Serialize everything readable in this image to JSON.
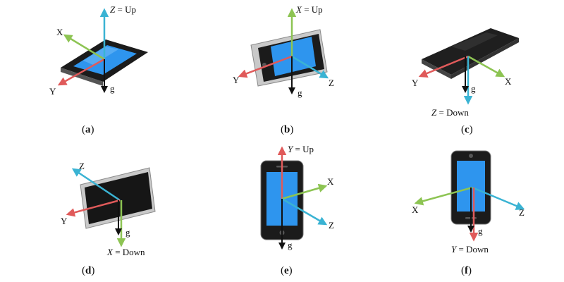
{
  "colors": {
    "x_axis": "#8dc453",
    "y_axis": "#e05a5a",
    "z_axis": "#3ab3d3",
    "gravity": "#111111",
    "screen": "#2e95ee",
    "body": "#1b1b1b",
    "silver": "#c9c9c9"
  },
  "panels": [
    {
      "id": "a",
      "caption_pre": "(",
      "caption_letter": "a",
      "caption_post": ")",
      "labels": {
        "x": "X",
        "y": "Y",
        "z_var": "Z",
        "z_rest": " = Up",
        "g": "g"
      }
    },
    {
      "id": "b",
      "caption_pre": "(",
      "caption_letter": "b",
      "caption_post": ")",
      "labels": {
        "x_var": "X",
        "x_rest": " = Up",
        "y": "Y",
        "z": "Z",
        "g": "g"
      }
    },
    {
      "id": "c",
      "caption_pre": "(",
      "caption_letter": "c",
      "caption_post": ")",
      "labels": {
        "x": "X",
        "y": "Y",
        "z_var": "Z",
        "z_rest": " = Down",
        "g": "g"
      }
    },
    {
      "id": "d",
      "caption_pre": "(",
      "caption_letter": "d",
      "caption_post": ")",
      "labels": {
        "x_var": "X",
        "x_rest": " = Down",
        "y": "Y",
        "z": "Z",
        "g": "g"
      }
    },
    {
      "id": "e",
      "caption_pre": "(",
      "caption_letter": "e",
      "caption_post": ")",
      "labels": {
        "x": "X",
        "y_var": "Y",
        "y_rest": " = Up",
        "z": "Z",
        "g": "g"
      }
    },
    {
      "id": "f",
      "caption_pre": "(",
      "caption_letter": "f",
      "caption_post": ")",
      "labels": {
        "x": "X",
        "y_var": "Y",
        "y_rest": " = Down",
        "z": "Z",
        "g": "g"
      }
    }
  ]
}
